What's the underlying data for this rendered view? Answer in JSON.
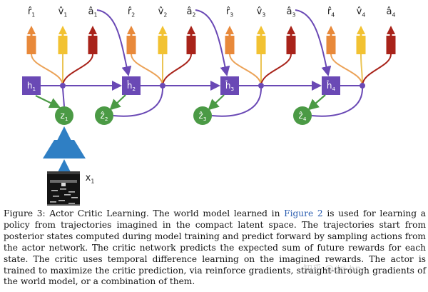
{
  "figure": {
    "outputs": [
      {
        "r": "r̂",
        "r_sub": "1",
        "v": "v̂",
        "v_sub": "1",
        "a": "â",
        "a_sub": "1"
      },
      {
        "r": "r̂",
        "r_sub": "2",
        "v": "v̂",
        "v_sub": "2",
        "a": "â",
        "a_sub": "2"
      },
      {
        "r": "r̂",
        "r_sub": "3",
        "v": "v̂",
        "v_sub": "3",
        "a": "â",
        "a_sub": "3"
      },
      {
        "r": "r̂",
        "r_sub": "4",
        "v": "v̂",
        "v_sub": "4",
        "a": "â",
        "a_sub": "4"
      }
    ],
    "states": [
      {
        "h": "h",
        "h_sub": "1",
        "z": "z",
        "z_sub": "1"
      },
      {
        "h": "ĥ",
        "h_sub": "2",
        "z": "ẑ",
        "z_sub": "2"
      },
      {
        "h": "ĥ",
        "h_sub": "3",
        "z": "ẑ",
        "z_sub": "3"
      },
      {
        "h": "ĥ",
        "h_sub": "4",
        "z": "ẑ",
        "z_sub": "4"
      }
    ],
    "input_label": "x",
    "input_sub": "1",
    "colors": {
      "reward": "#e8893a",
      "value": "#f2c232",
      "action": "#a8231a",
      "state": "#6a49b5",
      "latent": "#4b9a45",
      "encoder": "#2f7fc4",
      "edge_reward": "#eba257",
      "edge_value": "#ebc454"
    }
  },
  "caption": {
    "prefix": "Figure 3: Actor Critic Learning. The world model learned in ",
    "link": "Figure 2",
    "suffix": " is used for learning a policy from trajectories imagined in the compact latent space. The trajectories start from posterior states computed during model training and predict forward by sampling actions from the actor network. The critic network predicts the expected sum of future rewards for each state. The critic uses temporal difference learning on the imagined rewards. The actor is trained to maximize the critic prediction, via reinforce gradients, straight-through gradients of the world model, or a combination of them."
  },
  "watermark": "知乎 @drj hn..."
}
